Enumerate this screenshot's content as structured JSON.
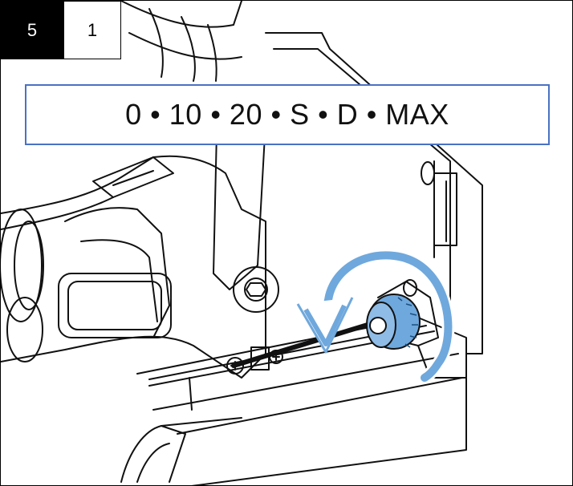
{
  "header": {
    "step_number": "5",
    "sub_step": "1"
  },
  "banner": {
    "text": "0 • 10 • 20 • S • D • MAX"
  },
  "colors": {
    "accent_blue": "#4a72c4",
    "knob_blue": "#6fa8dc",
    "line": "#111111"
  },
  "illustration": {
    "subject": "depth-adjustment-knob-turn",
    "arrow-icon": "curved-rotation-arrow-icon"
  }
}
